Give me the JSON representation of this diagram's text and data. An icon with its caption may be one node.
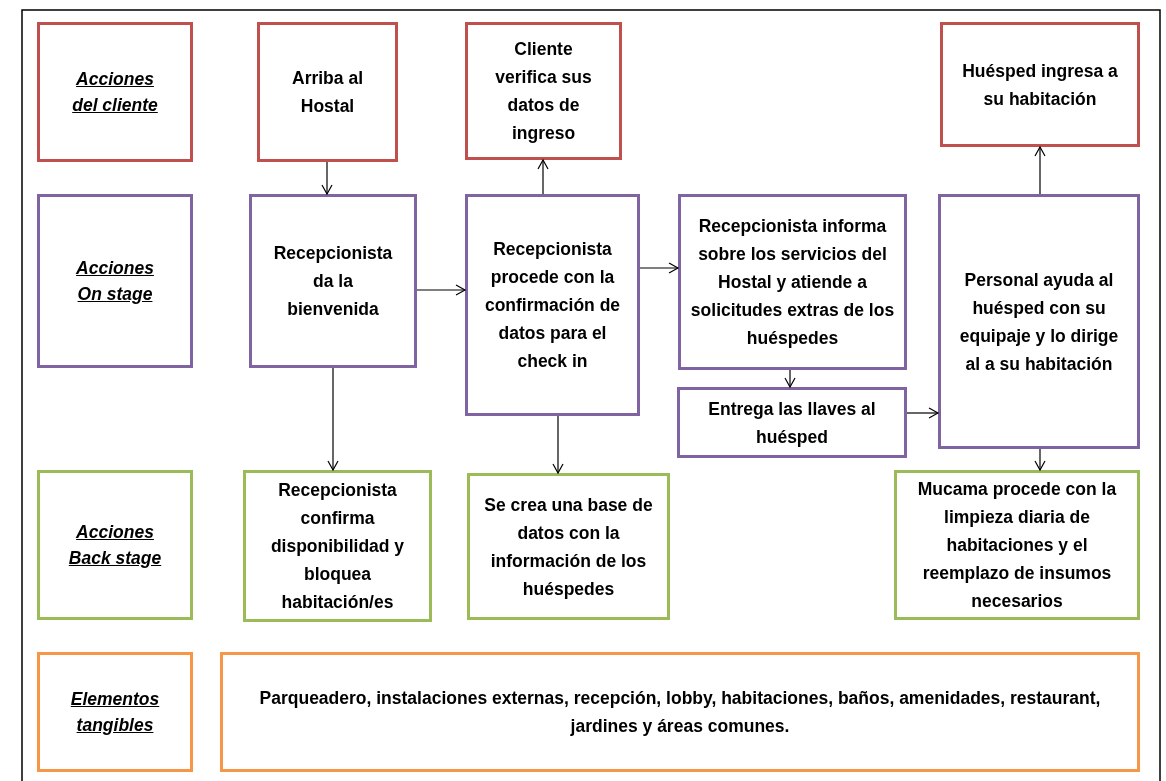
{
  "diagram": {
    "nodes": [
      {
        "text": [
          "Acciones del cliente"
        ]
      },
      {
        "text": [
          "Arriba al Hostal"
        ]
      },
      {
        "text": [
          "Cliente verifica sus datos de ingreso"
        ]
      },
      {
        "text": [
          "Huésped ingresa a su habitación"
        ]
      },
      {
        "text": [
          "Acciones On stage"
        ]
      },
      {
        "text": [
          "Recepcionista da la bienvenida"
        ]
      },
      {
        "text": [
          "Recepcionista procede con la confirmación de datos para el check in"
        ]
      },
      {
        "text": [
          "Recepcionista informa sobre los servicios del Hostal y atiende a solicitudes extras de los huéspedes"
        ]
      },
      {
        "text": [
          "Personal ayuda al huésped con su equipaje y lo dirige al a su habitación"
        ]
      },
      {
        "text": [
          "Entrega las llaves al huésped"
        ]
      },
      {
        "text": [
          "Acciones Back stage"
        ]
      },
      {
        "text": [
          "Recepcionista confirma disponibilidad y bloquea habitación/es"
        ]
      },
      {
        "text": [
          "Se crea una base de datos con la información de los huéspedes"
        ]
      },
      {
        "text": [
          "Mucama procede con la limpieza diaria de habitaciones y el reemplazo de insumos necesarios"
        ]
      },
      {
        "text": [
          "Elementos tangibles"
        ]
      },
      {
        "text": [
          "Parqueadero, instalaciones externas, recepción, lobby, habitaciones, baños, amenidades, restaurant, jardines y áreas comunes."
        ]
      }
    ],
    "edges": [
      {
        "from": 1,
        "to": 5,
        "arrow": "to"
      },
      {
        "from": 5,
        "to": 6,
        "arrow": "to"
      },
      {
        "from": 6,
        "to": 2,
        "arrow": "to"
      },
      {
        "from": 6,
        "to": 7,
        "arrow": "to"
      },
      {
        "from": 5,
        "to": 11,
        "arrow": "to"
      },
      {
        "from": 6,
        "to": 12,
        "arrow": "to"
      },
      {
        "from": 7,
        "to": 9,
        "arrow": "to"
      },
      {
        "from": 9,
        "to": 8,
        "arrow": "to"
      },
      {
        "from": 8,
        "to": 3,
        "arrow": "to"
      },
      {
        "from": 8,
        "to": 13,
        "arrow": "to"
      }
    ]
  }
}
